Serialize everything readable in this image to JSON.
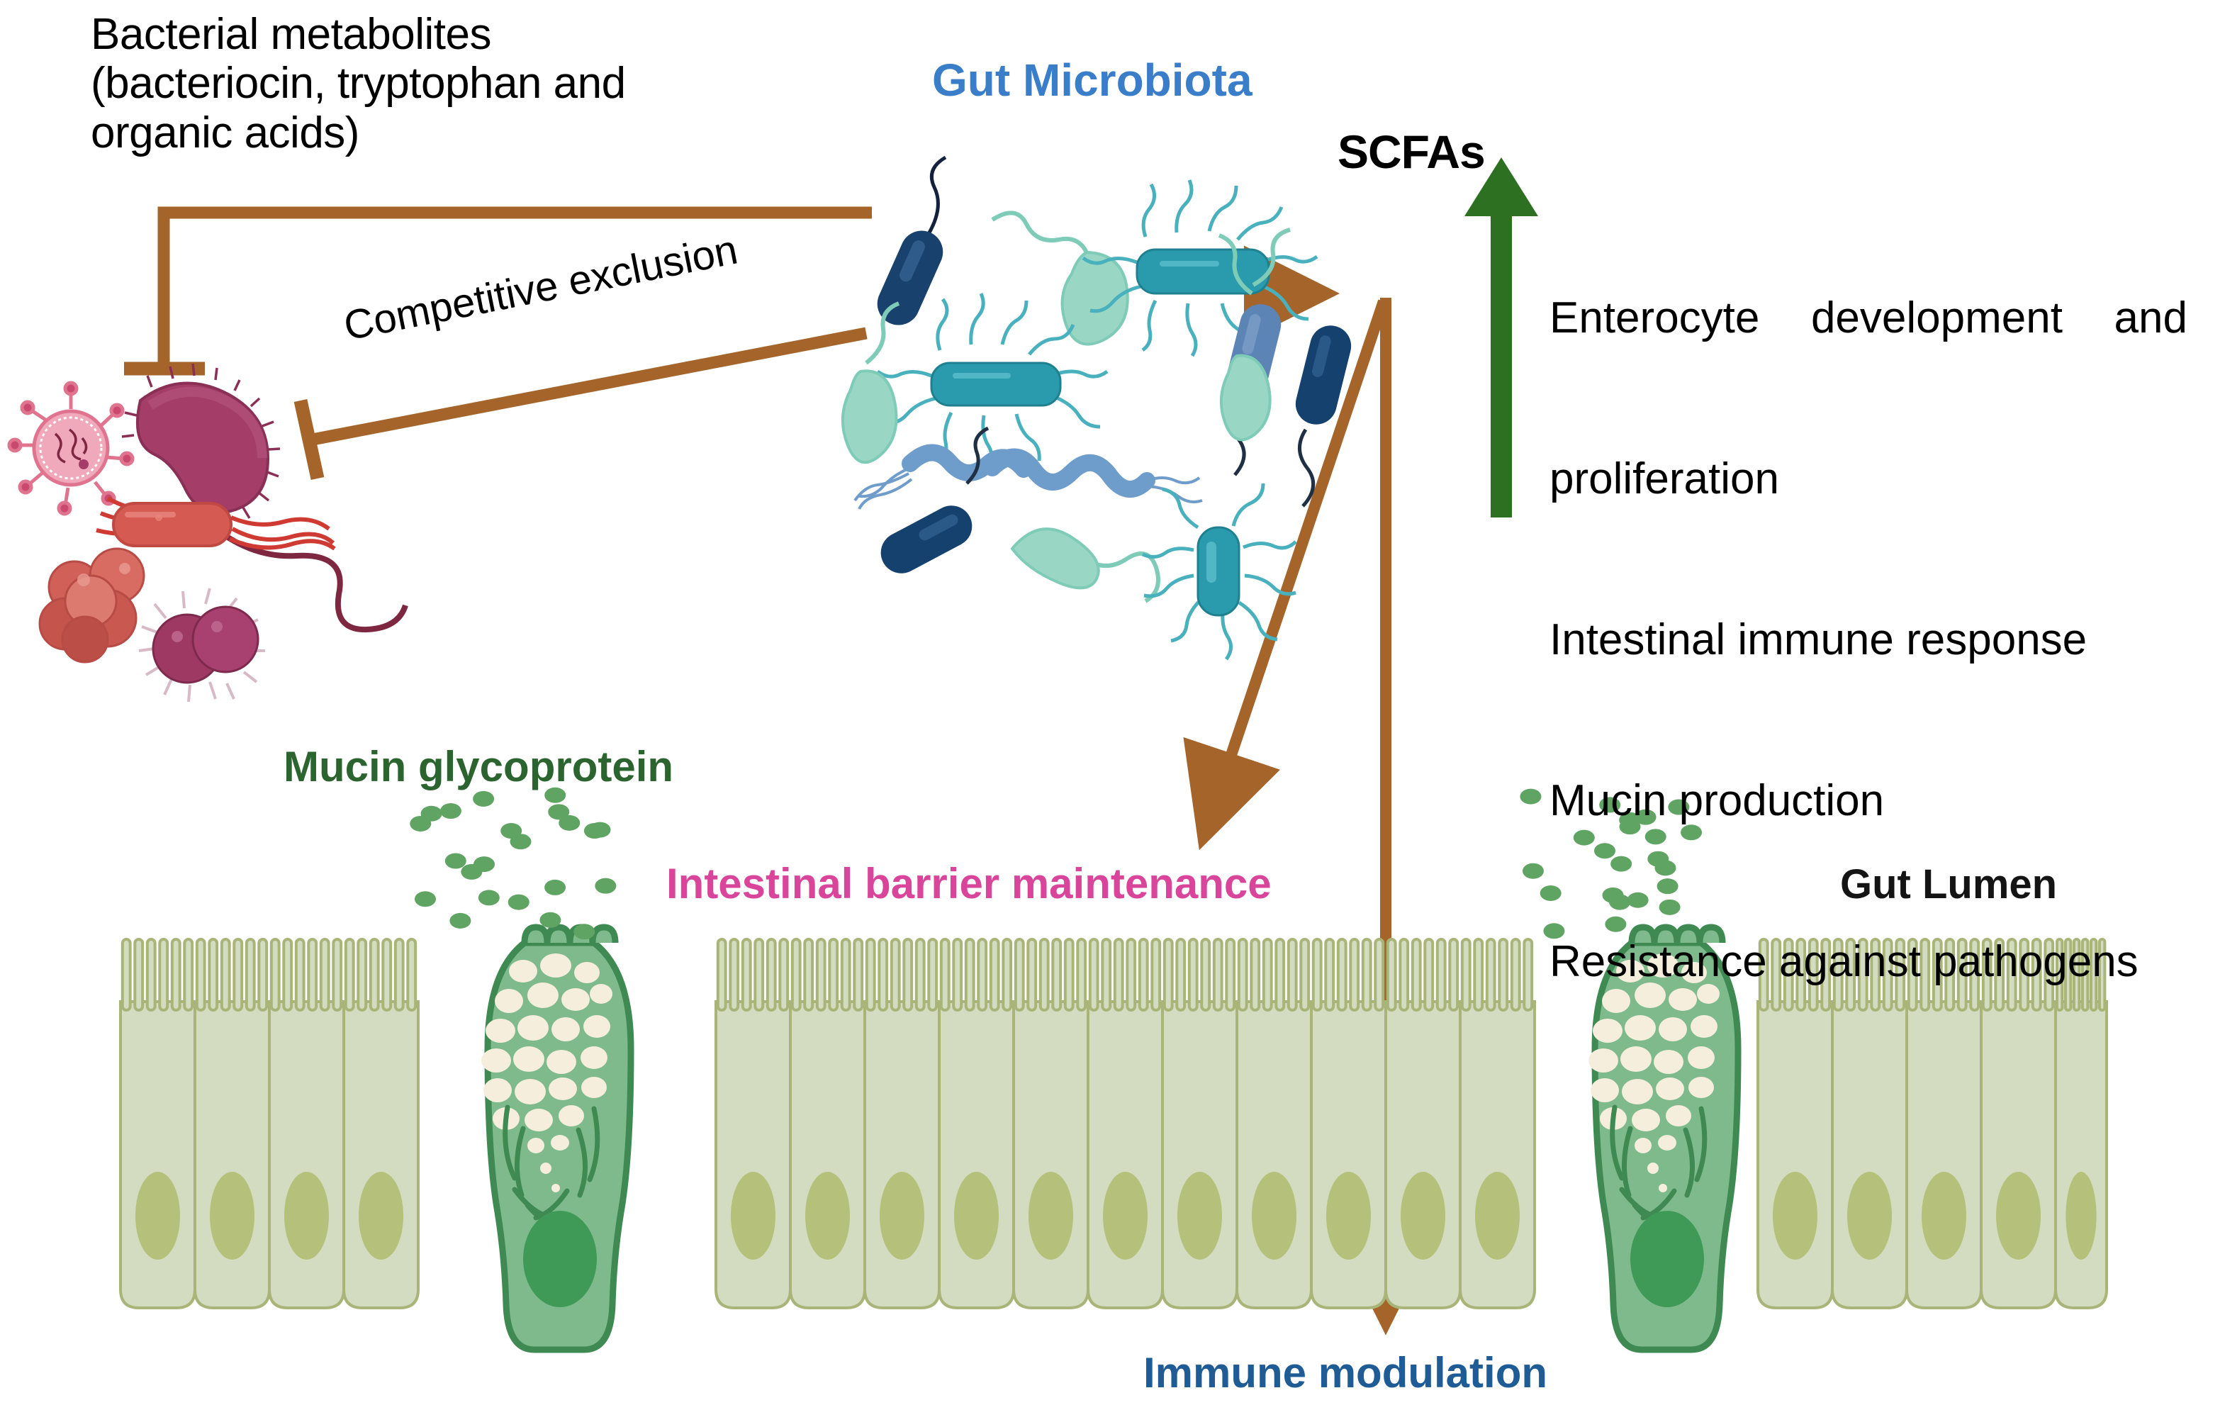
{
  "figure": {
    "title_hidden": "",
    "labels": {
      "bacterial_metabolites": "Bacterial metabolites\n(bacteriocin, tryptophan and\norganic acids)",
      "gut_microbiota": "Gut Microbiota",
      "competitive_exclusion": "Competitive exclusion",
      "scfas": "SCFAs",
      "mucin_glycoprotein": "Mucin glycoprotein",
      "intestinal_barrier_maintenance": "Intestinal barrier maintenance",
      "gut_lumen": "Gut Lumen",
      "immune_modulation": "Immune modulation"
    },
    "benefits": {
      "line1": "Enterocyte development and",
      "line2": "proliferation",
      "line3": "Intestinal immune response",
      "line4": "Mucin production",
      "line5": "Resistance against pathogens"
    },
    "colors": {
      "arrow_brown": "#a5652a",
      "arrow_green": "#2e7021",
      "label_blue": "#3a7dc9",
      "label_dark_blue": "#1f5c96",
      "label_pink": "#d9459b",
      "label_dark_green": "#2c6430",
      "enterocyte_fill": "#d3dbc0",
      "enterocyte_stroke": "#a9b578",
      "nucleus": "#b5c17a",
      "goblet_fill": "#7fba8c",
      "goblet_stroke": "#3f8a52",
      "mucin_vesicle": "#f5eedd",
      "mucin_dot": "#5fa463",
      "pathogen_magenta": "#a43d68",
      "pathogen_red": "#d45a52",
      "microbe_navy": "#18416e",
      "microbe_teal": "#2a9aad",
      "microbe_mint": "#9ad6c4",
      "microbe_steel": "#5c84b4"
    }
  }
}
